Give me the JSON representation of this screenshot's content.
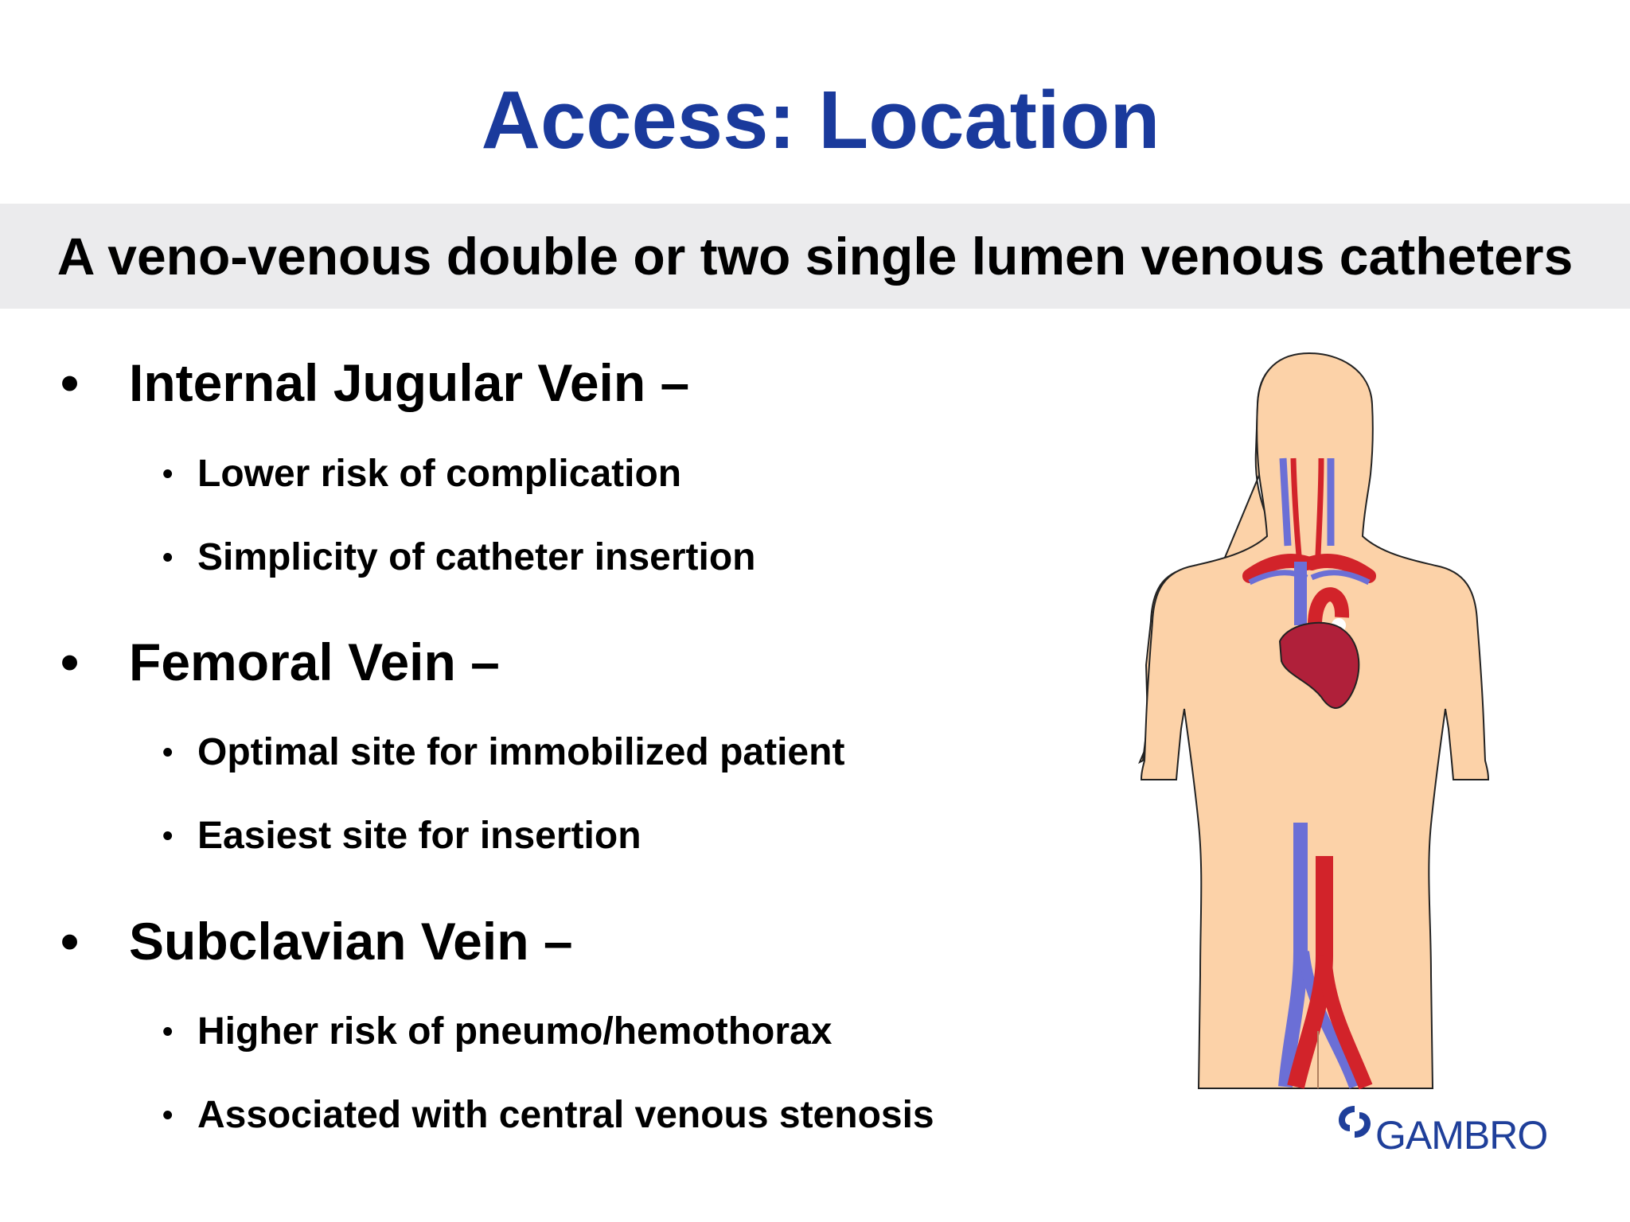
{
  "slide": {
    "title": "Access: Location",
    "subtitle": "A veno-venous double or two single lumen venous catheters"
  },
  "bullets": [
    {
      "label": "Internal Jugular Vein –",
      "subs": [
        "Lower risk of complication",
        "Simplicity of catheter insertion"
      ]
    },
    {
      "label": "Femoral Vein –",
      "subs": [
        "Optimal site for immobilized patient",
        "Easiest site for insertion"
      ]
    },
    {
      "label": "Subclavian Vein –",
      "subs": [
        "Higher risk of pneumo/hemothorax",
        "Associated with central venous stenosis"
      ]
    }
  ],
  "bullet_glyph": "•",
  "logo": {
    "text": "GAMBRO",
    "icon": "gambro-swirl-icon"
  },
  "illustration": {
    "icon": "human-torso-vascular-icon"
  },
  "colors": {
    "title": "#1a3a9c",
    "band": "#ebebed",
    "skin": "#fcd2a8",
    "artery": "#d2232a",
    "vein": "#6b6fd6",
    "heart": "#b0203a",
    "logo": "#1f3f9a"
  }
}
